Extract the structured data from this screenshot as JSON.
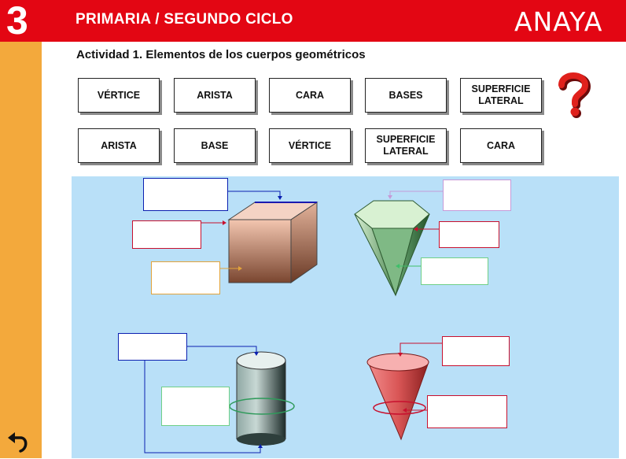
{
  "header": {
    "grade": "3",
    "cycle": "PRIMARIA / SEGUNDO CICLO",
    "brand": "ANAYA"
  },
  "activity_title": "Actividad 1. Elementos de los cuerpos geométricos",
  "chips_row1": [
    "VÉRTICE",
    "ARISTA",
    "CARA",
    "BASES",
    "SUPERFICIE LATERAL"
  ],
  "chips_row2": [
    "ARISTA",
    "BASE",
    "VÉRTICE",
    "SUPERFICIE LATERAL",
    "CARA"
  ],
  "icons": [
    "back-arrow-icon",
    "question-mark-icon"
  ],
  "colors": {
    "header_red": "#e30613",
    "sidebar_orange": "#f3a93c",
    "workspace_blue": "#b9e0f8",
    "slot_blue": "#0a1fb0",
    "slot_red": "#c8102e",
    "slot_gold": "#e2a33a",
    "slot_violet": "#c59ad8",
    "slot_green": "#6fcf86"
  }
}
